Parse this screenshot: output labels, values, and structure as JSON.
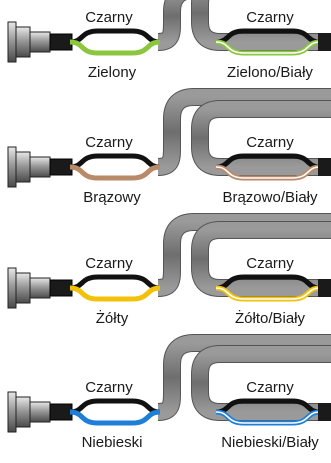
{
  "wiring": {
    "rows": [
      {
        "left": {
          "top_label": "Czarny",
          "bottom_label": "Zielony",
          "wire_color": "#8cc63f",
          "striped": false
        },
        "right": {
          "top_label": "Czarny",
          "bottom_label": "Zielono/Biały",
          "wire_color": "#8cc63f",
          "striped": true
        }
      },
      {
        "left": {
          "top_label": "Czarny",
          "bottom_label": "Brązowy",
          "wire_color": "#b88a6a",
          "striped": false
        },
        "right": {
          "top_label": "Czarny",
          "bottom_label": "Brązowo/Biały",
          "wire_color": "#b88a6a",
          "striped": true
        }
      },
      {
        "left": {
          "top_label": "Czarny",
          "bottom_label": "Żółty",
          "wire_color": "#f2c20a",
          "striped": false
        },
        "right": {
          "top_label": "Czarny",
          "bottom_label": "Żółto/Biały",
          "wire_color": "#f2c20a",
          "striped": true
        }
      },
      {
        "left": {
          "top_label": "Czarny",
          "bottom_label": "Niebieski",
          "wire_color": "#1e7fd8",
          "striped": false
        },
        "right": {
          "top_label": "Czarny",
          "bottom_label": "Niebieski/Biały",
          "wire_color": "#1e7fd8",
          "striped": true
        }
      }
    ],
    "colors": {
      "black_wire": "#111111",
      "cable_gray": "#7f7f7f",
      "cable_dark": "#555555",
      "white_stripe": "#ffffff"
    }
  }
}
